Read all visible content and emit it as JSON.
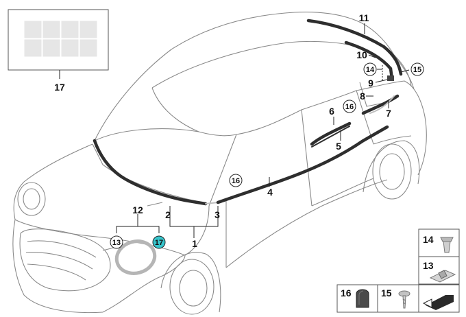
{
  "parts": {
    "p1": "1",
    "p2": "2",
    "p3": "3",
    "p4": "4",
    "p5": "5",
    "p6": "6",
    "p7": "7",
    "p8": "8",
    "p9": "9",
    "p10": "10",
    "p11": "11",
    "p12": "12",
    "p13": "13",
    "p14": "14",
    "p15": "15",
    "p16": "16",
    "p17": "17"
  },
  "colors": {
    "highlight": "#37c5cc",
    "trim": "#2e2e2e",
    "outline": "#8a8a8a"
  }
}
